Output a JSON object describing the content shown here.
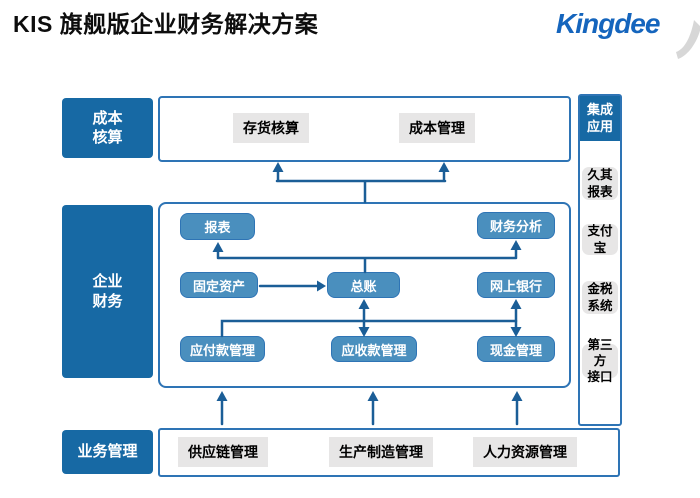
{
  "header": {
    "title": "KIS 旗舰版企业财务解决方案",
    "logo": "Kingdee"
  },
  "colors": {
    "dark_blue": "#1769a4",
    "node_blue": "#4a8fbe",
    "border_blue": "#2e74b5",
    "line_blue": "#1b5e97",
    "gray_label": "#e7e6e6",
    "logo_blue": "#1565bd"
  },
  "left_column": {
    "items": [
      {
        "label": "成本\n核算"
      },
      {
        "label": "企业\n财务"
      },
      {
        "label": "业务管理"
      }
    ]
  },
  "top_section": {
    "items": [
      {
        "label": "存货核算"
      },
      {
        "label": "成本管理"
      }
    ]
  },
  "finance_section": {
    "items": [
      {
        "label": "报表"
      },
      {
        "label": "财务分析"
      },
      {
        "label": "固定资产"
      },
      {
        "label": "总账"
      },
      {
        "label": "网上银行"
      },
      {
        "label": "应付款管理"
      },
      {
        "label": "应收款管理"
      },
      {
        "label": "现金管理"
      }
    ]
  },
  "bottom_section": {
    "items": [
      {
        "label": "供应链管理"
      },
      {
        "label": "生产制造管理"
      },
      {
        "label": "人力资源管理"
      }
    ]
  },
  "right_column": {
    "header": "集成\n应用",
    "items": [
      {
        "label": "久其\n报表"
      },
      {
        "label": "支付宝"
      },
      {
        "label": "金税\n系统"
      },
      {
        "label": "第三方\n接口"
      }
    ]
  }
}
